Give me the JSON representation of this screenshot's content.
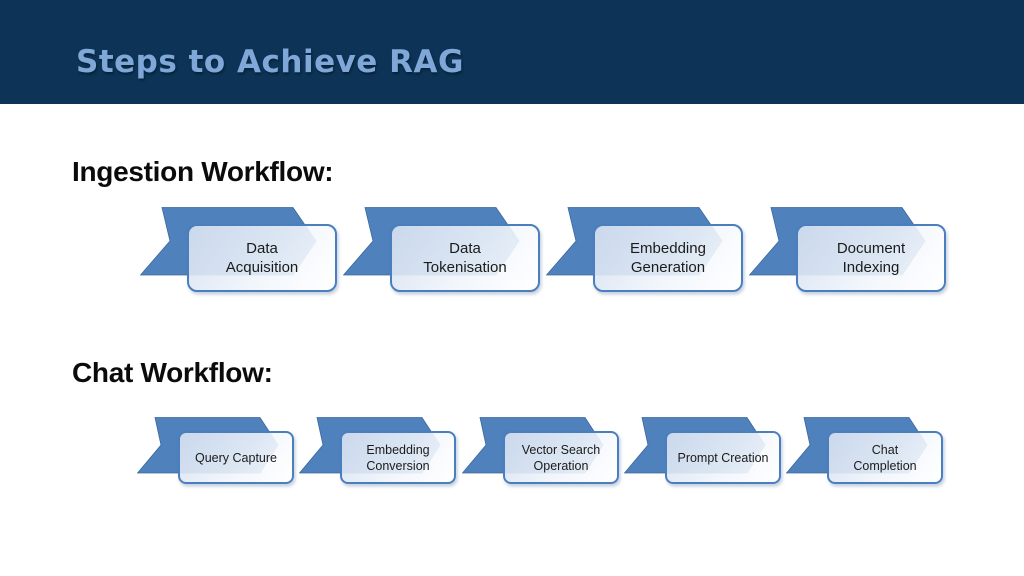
{
  "slide": {
    "title": "Steps to Achieve RAG"
  },
  "colors": {
    "header_background": "#0D3456",
    "title_text": "#7FA8D8",
    "chevron_blue": "#4F81BD",
    "box_border_blue": "#4A7EBC",
    "box_fill_light": "#E7EDF6",
    "heading_text": "#0B0B0B",
    "slide_background": "#FFFFFF"
  },
  "sections": [
    {
      "heading": "Ingestion Workflow:",
      "steps": [
        "Data\nAcquisition",
        "Data\nTokenisation",
        "Embedding\nGeneration",
        "Document\nIndexing"
      ]
    },
    {
      "heading": "Chat Workflow:",
      "steps": [
        "Query Capture",
        "Embedding\nConversion",
        "Vector Search\nOperation",
        "Prompt Creation",
        "Chat\nCompletion"
      ]
    }
  ]
}
